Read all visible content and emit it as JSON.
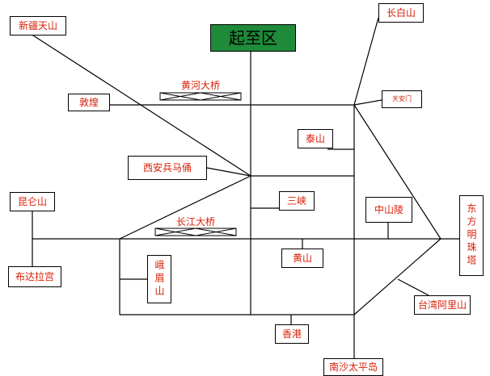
{
  "start": "起至区",
  "nodes": {
    "xinjiang": "新疆天山",
    "changbai": "长白山",
    "dunhuang": "敦煌",
    "tiananmen": "天安门",
    "taishan": "泰山",
    "xian": "西安兵马俑",
    "kunlun": "昆仑山",
    "sanxia": "三峡",
    "zhongshan": "中山陵",
    "pearl": "东方明珠塔",
    "potala": "布达拉宫",
    "emei": "峨眉山",
    "huangshan": "黄山",
    "taiwan": "台湾阿里山",
    "hongkong": "香港",
    "nansha": "南沙太平岛"
  },
  "bridges": {
    "yellow": "黄河大桥",
    "yangtze": "长江大桥"
  },
  "colors": {
    "start_bg": "#1f8a3a",
    "label_text": "#d81e06",
    "line": "#000000"
  }
}
